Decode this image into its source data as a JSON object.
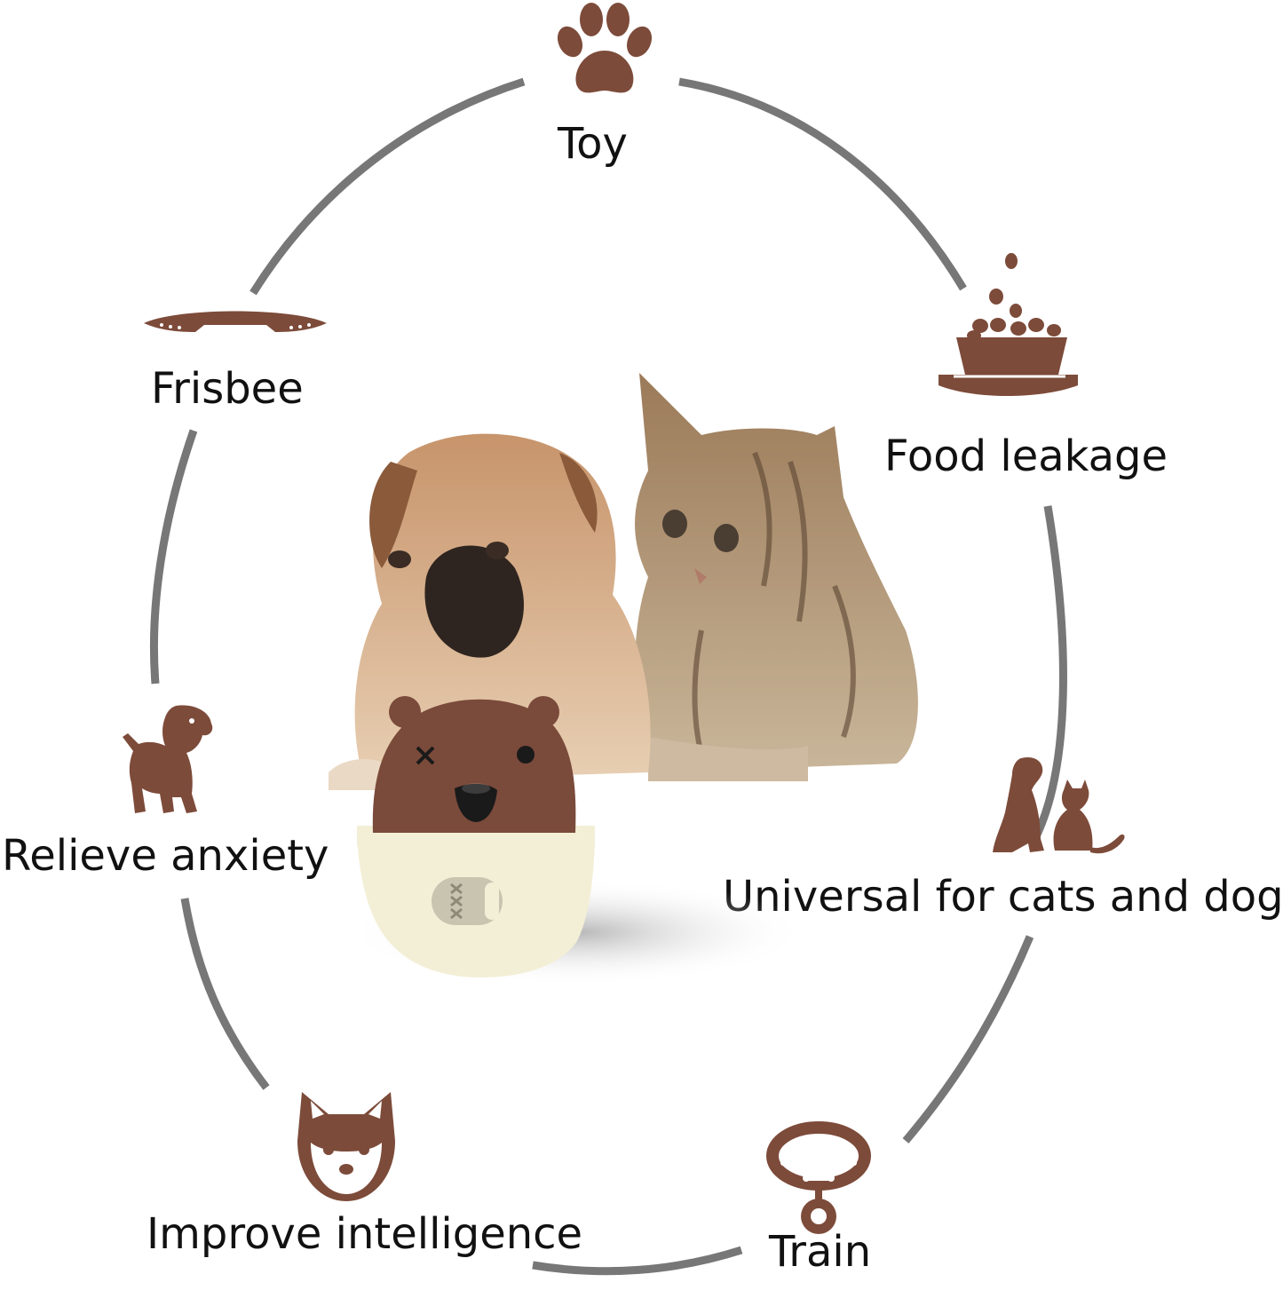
{
  "colors": {
    "accent_brown": "#7d4b3a",
    "ring_gray": "#777777",
    "toy_cream": "#f3efd6",
    "toy_head": "#7a4a3a"
  },
  "features": [
    {
      "label": "Toy",
      "icon": "paw-icon"
    },
    {
      "label": "Food leakage",
      "icon": "food-bowl-icon"
    },
    {
      "label": "Universal for cats and dogs",
      "icon": "dog-and-cat-icon"
    },
    {
      "label": "Train",
      "icon": "pet-collar-icon"
    },
    {
      "label": "Improve intelligence",
      "icon": "shiba-dog-face-icon"
    },
    {
      "label": "Relieve anxiety",
      "icon": "puppy-icon"
    },
    {
      "label": "Frisbee",
      "icon": "frisbee-icon"
    }
  ]
}
